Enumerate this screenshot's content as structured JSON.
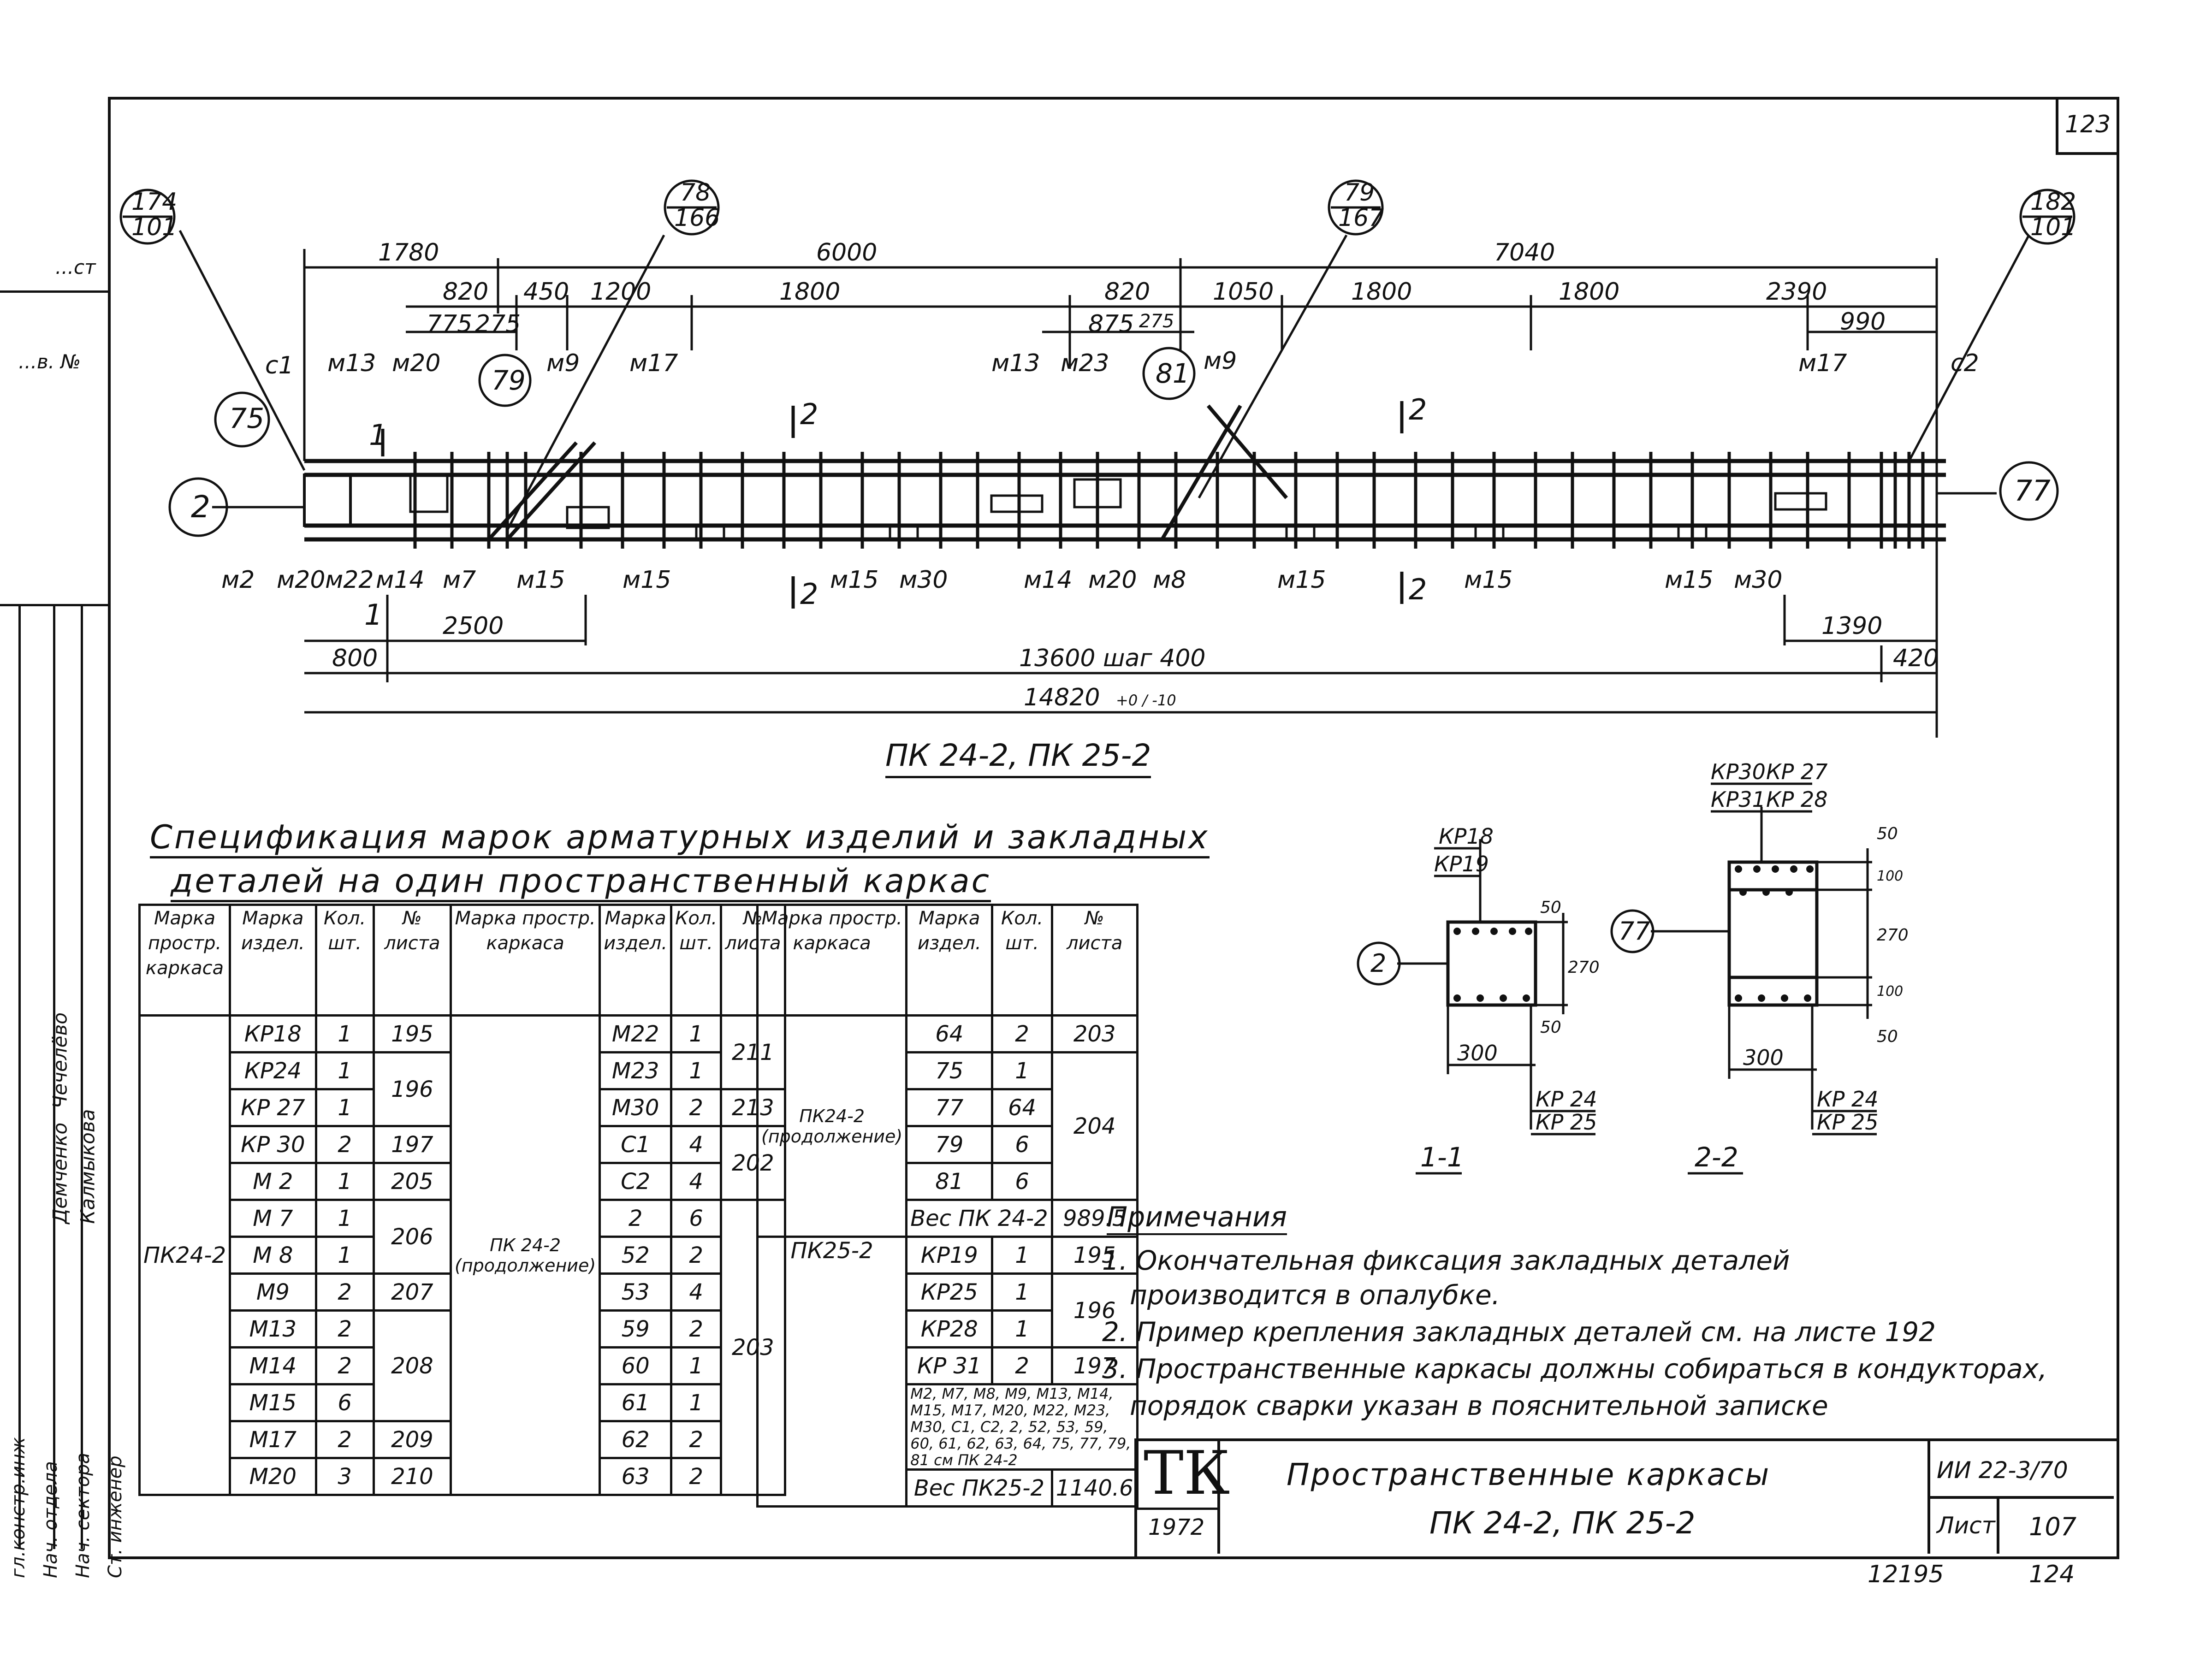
{
  "sheet": {
    "corner_number": "123",
    "bottom_left_number": "12195",
    "bottom_right_number": "124"
  },
  "side_stamp": {
    "top_labels": [
      "...ст",
      "...в. №"
    ],
    "names": [
      "Демченко",
      "Чечелёво",
      "Калмыкова"
    ],
    "roles": [
      "гл.констр.инж",
      "Нач. отдела",
      "Нач. сектора",
      "Ст. инженер"
    ]
  },
  "drawing": {
    "title": "ПК 24-2, ПК 25-2",
    "callouts": {
      "c1": [
        "174",
        "101"
      ],
      "c2": [
        "78",
        "166"
      ],
      "c3": [
        "79",
        "167"
      ],
      "c4": [
        "182",
        "101"
      ]
    },
    "circles": [
      "75",
      "2",
      "79",
      "81",
      "77"
    ],
    "dims_top": {
      "d1780": "1780",
      "d6000": "6000",
      "d7040": "7040",
      "d820a": "820",
      "d450": "450",
      "d1200": "1200",
      "d1800a": "1800",
      "d775": "775",
      "d275a": "275",
      "d820b": "820",
      "d1050": "1050",
      "d1800b": "1800",
      "d1800c": "1800",
      "d2390": "2390",
      "d875": "875",
      "d275b": "275",
      "d990": "990"
    },
    "dims_bottom": {
      "d2500": "2500",
      "d800": "800",
      "d1390": "1390",
      "d420": "420",
      "d13600": "13600 шаг 400",
      "d14820": "14820",
      "tol": "+0 / -10"
    },
    "labels_top": [
      "с1",
      "м13",
      "м20",
      "м9",
      "м17",
      "м13",
      "м23",
      "м9",
      "м17",
      "с2"
    ],
    "labels_bottom": [
      "м2",
      "м20",
      "м22",
      "м14",
      "м7",
      "м15",
      "м15",
      "м15",
      "м30",
      "м14",
      "м20",
      "м8",
      "м15",
      "м15",
      "м15",
      "м30"
    ],
    "section_marks": [
      "1",
      "1",
      "2",
      "2",
      "2",
      "2"
    ]
  },
  "spec": {
    "title_line1": "Спецификация марок арматурных изделий и закладных",
    "title_line2": "деталей на один пространственный каркас",
    "headers": [
      "Марка простр. каркаса",
      "Марка издел.",
      "Кол. шт.",
      "№ листа"
    ],
    "col1_owner": "ПК24-2",
    "col1": [
      [
        "КР18",
        "1",
        "195"
      ],
      [
        "КР24",
        "1",
        "196"
      ],
      [
        "КР 27",
        "1",
        ""
      ],
      [
        "КР 30",
        "2",
        "197"
      ],
      [
        "М 2",
        "1",
        "205"
      ],
      [
        "М 7",
        "1",
        "206"
      ],
      [
        "М 8",
        "1",
        ""
      ],
      [
        "М9",
        "2",
        "207"
      ],
      [
        "М13",
        "2",
        "208"
      ],
      [
        "М14",
        "2",
        ""
      ],
      [
        "М15",
        "6",
        ""
      ],
      [
        "М17",
        "2",
        "209"
      ],
      [
        "М20",
        "3",
        "210"
      ]
    ],
    "col2_owner": "ПК 24-2 (продолжение)",
    "col2": [
      [
        "М22",
        "1",
        "211"
      ],
      [
        "М23",
        "1",
        ""
      ],
      [
        "М30",
        "2",
        "213"
      ],
      [
        "С1",
        "4",
        "202"
      ],
      [
        "С2",
        "4",
        ""
      ],
      [
        "2",
        "6",
        "203"
      ],
      [
        "52",
        "2",
        ""
      ],
      [
        "53",
        "4",
        ""
      ],
      [
        "59",
        "2",
        ""
      ],
      [
        "60",
        "1",
        ""
      ],
      [
        "61",
        "1",
        ""
      ],
      [
        "62",
        "2",
        ""
      ],
      [
        "63",
        "2",
        ""
      ]
    ],
    "col3_owner_a": "ПК24-2 (продолжение)",
    "col3a": [
      [
        "64",
        "2",
        "203"
      ],
      [
        "75",
        "1",
        "204"
      ],
      [
        "77",
        "64",
        ""
      ],
      [
        "79",
        "6",
        ""
      ],
      [
        "81",
        "6",
        ""
      ]
    ],
    "weight_a": "Вес ПК 24-2",
    "weight_a_val": "989.5",
    "col3_owner_b": "ПК25-2",
    "col3b": [
      [
        "КР19",
        "1",
        "195"
      ],
      [
        "КР25",
        "1",
        "196"
      ],
      [
        "КР28",
        "1",
        ""
      ],
      [
        "КР 31",
        "2",
        "197"
      ]
    ],
    "col3_note": "М2, М7, М8, М9, М13, М14, М15, М17, М20, М22, М23, М30, С1, С2, 2, 52, 53, 59, 60, 61, 62, 63, 64, 75, 77, 79, 81 см ПК 24-2",
    "weight_b": "Вес ПК25-2",
    "weight_b_val": "1140.6"
  },
  "sections": {
    "s1": {
      "label": "1-1",
      "circle": "2",
      "top": [
        "КР18",
        "КР19"
      ],
      "bottom": [
        "КР 24",
        "КР 25"
      ],
      "w": "300",
      "h": "270",
      "e1": "50",
      "e2": "50"
    },
    "s2": {
      "label": "2-2",
      "circle": "77",
      "top": [
        "КР30",
        "КР 27",
        "КР31",
        "КР 28"
      ],
      "bottom": [
        "КР 24",
        "КР 25"
      ],
      "w": "300",
      "h": "270",
      "e1": "50",
      "e2": "100",
      "e3": "100",
      "e4": "50"
    }
  },
  "notes": {
    "heading": "Примечания",
    "items": [
      "1. Окончательная фиксация закладных деталей",
      "производится в опалубке.",
      "2. Пример крепления закладных деталей см. на листе 192",
      "3. Пространственные каркасы должны собираться в кондукторах,",
      "порядок сварки указан в пояснительной записке"
    ]
  },
  "titleblock": {
    "logo": "ТК",
    "year": "1972",
    "name1": "Пространственные каркасы",
    "name2": "ПК 24-2, ПК 25-2",
    "code": "ИИ 22-3/70",
    "sheet_label": "Лист",
    "sheet_no": "107"
  }
}
